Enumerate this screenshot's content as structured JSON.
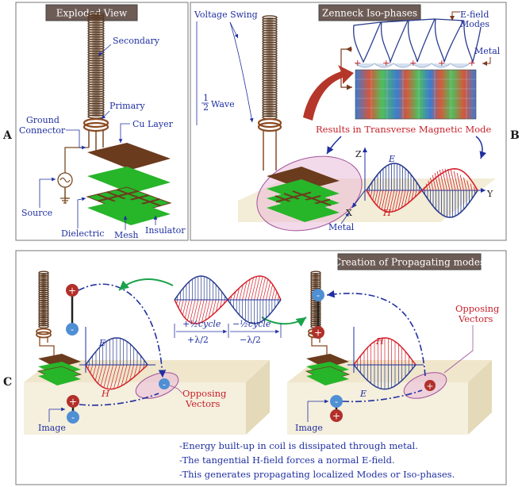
{
  "panel_letters": {
    "a": "A",
    "b": "B",
    "c": "C"
  },
  "panel_a": {
    "title": "Exploded-View",
    "labels": {
      "secondary": "Secondary",
      "primary": "Primary",
      "ground_connector_1": "Ground",
      "ground_connector_2": "Connector",
      "cu_layer": "Cu Layer",
      "source": "Source",
      "dielectric": "Dielectric",
      "mesh": "Mesh",
      "insulator": "Insulator"
    }
  },
  "panel_b": {
    "title": "Zenneck Iso-phases",
    "labels": {
      "voltage_swing": "Voltage Swing",
      "half_wave_frac": "1",
      "half_wave_den": "2",
      "half_wave_word": "Wave",
      "efield_modes_1": "E-field",
      "efield_modes_2": "Modes",
      "metal_top": "Metal",
      "results": "Results in Transverse Magnetic Mode",
      "axis_z": "Z",
      "axis_y": "Y",
      "axis_x": "X",
      "e_vec": "E",
      "h_vec": "H",
      "metal_bottom": "Metal",
      "plus": "+"
    }
  },
  "panel_c": {
    "title": "Creation of Propagating modes",
    "labels": {
      "plus_half_cycle": "+½cycle",
      "minus_half_cycle": "−½cycle",
      "plus_lambda": "+λ/2",
      "minus_lambda": "−λ/2",
      "e_vec": "E",
      "h_vec": "H",
      "opposing_1": "Opposing",
      "opposing_2": "Vectors",
      "image": "Image",
      "plus": "+",
      "minus": "-"
    },
    "notes": [
      "-Energy built-up in coil is dissipated through metal.",
      "-The tangential H-field forces a normal E-field.",
      "-This generates propagating localized Modes or Iso-phases."
    ]
  },
  "colors": {
    "coil": "#5a3a22",
    "copper": "#6b3b1e",
    "green": "#27b52a",
    "e_field": "#2a3d8f",
    "h_field": "#d3222b",
    "title_box": "#6d5b55",
    "label_blue": "#1f2fa0",
    "ground_plate": "#f3ecd6"
  }
}
